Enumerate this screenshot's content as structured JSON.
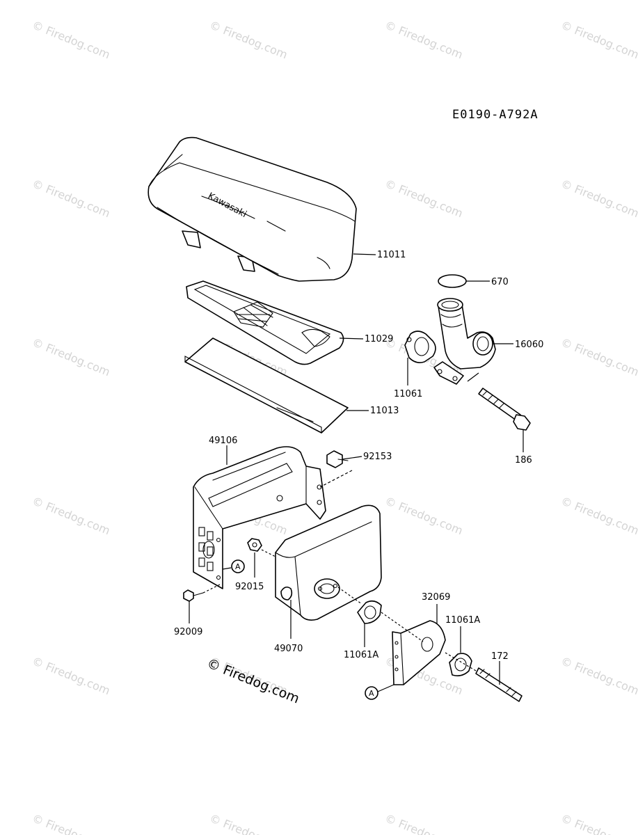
{
  "diagram": {
    "code": "E0190-A792A",
    "watermark_text": "© Firedog.com",
    "copyright_text": "© Firedog.com",
    "brand_text": "Kawasaki",
    "ref_letter": "A",
    "callouts": {
      "p11011": "11011",
      "p11029": "11029",
      "p11013": "11013",
      "p670": "670",
      "p16060": "16060",
      "p11061": "11061",
      "p186": "186",
      "p49106": "49106",
      "p92153": "92153",
      "p92015": "92015",
      "p92009": "92009",
      "p49070": "49070",
      "p32069": "32069",
      "p11061A_left": "11061A",
      "p11061A_right": "11061A",
      "p172": "172"
    }
  }
}
